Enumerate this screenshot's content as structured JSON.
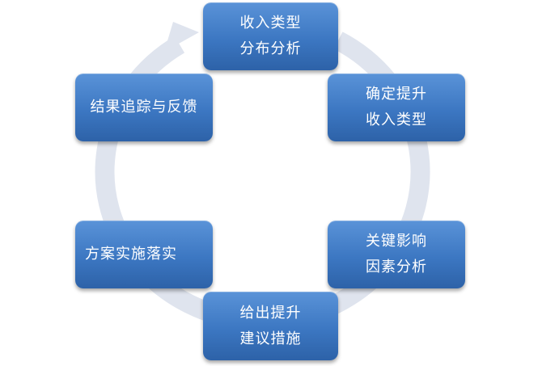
{
  "diagram": {
    "type": "cycle",
    "ring_color": "#dfe4ee",
    "node_color": "#3c77c2",
    "text_color": "#ffffff",
    "nodes": [
      {
        "id": "income-type-analysis",
        "lines": [
          "收入类型",
          "分布分析"
        ]
      },
      {
        "id": "determine-income-type",
        "lines": [
          "确定提升",
          "收入类型"
        ]
      },
      {
        "id": "key-factor-analysis",
        "lines": [
          "关键影响",
          "因素分析"
        ]
      },
      {
        "id": "improvement-suggestions",
        "lines": [
          "给出提升",
          "建议措施"
        ]
      },
      {
        "id": "plan-implementation",
        "lines": [
          "方案实施落实"
        ]
      },
      {
        "id": "result-tracking",
        "lines": [
          "结果追踪与反馈"
        ]
      }
    ]
  }
}
